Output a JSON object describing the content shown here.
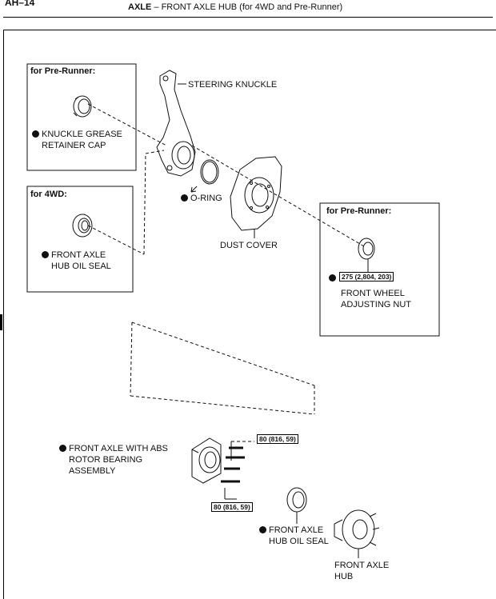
{
  "header": {
    "page_code": "AH–14",
    "section": "AXLE",
    "separator": " – ",
    "title": "FRONT AXLE HUB (for 4WD and Pre-Runner)"
  },
  "insets": {
    "pre_runner_top": {
      "title": "for Pre-Runner:",
      "part_line1": "KNUCKLE GREASE",
      "part_line2": "RETAINER CAP"
    },
    "four_wd": {
      "title": "for 4WD:",
      "part_line1": "FRONT AXLE",
      "part_line2": "HUB OIL SEAL"
    },
    "pre_runner_right": {
      "title": "for Pre-Runner:",
      "torque": "275 (2,804, 203)",
      "part_line1": "FRONT WHEEL",
      "part_line2": "ADJUSTING NUT"
    }
  },
  "parts": {
    "steering_knuckle": "STEERING KNUCKLE",
    "o_ring": "O-RING",
    "dust_cover": "DUST COVER",
    "bearing_line1": "FRONT AXLE WITH ABS",
    "bearing_line2": "ROTOR BEARING",
    "bearing_line3": "ASSEMBLY",
    "hub_seal_line1": "FRONT AXLE",
    "hub_seal_line2": "HUB OIL SEAL",
    "hub_line1": "FRONT AXLE",
    "hub_line2": "HUB"
  },
  "torques": {
    "upper_bolts": "80 (816, 59)",
    "lower_bolts": "80 (816, 59)"
  },
  "icons": [
    "bullet-non-reusable-icon",
    "arrow-icon"
  ]
}
